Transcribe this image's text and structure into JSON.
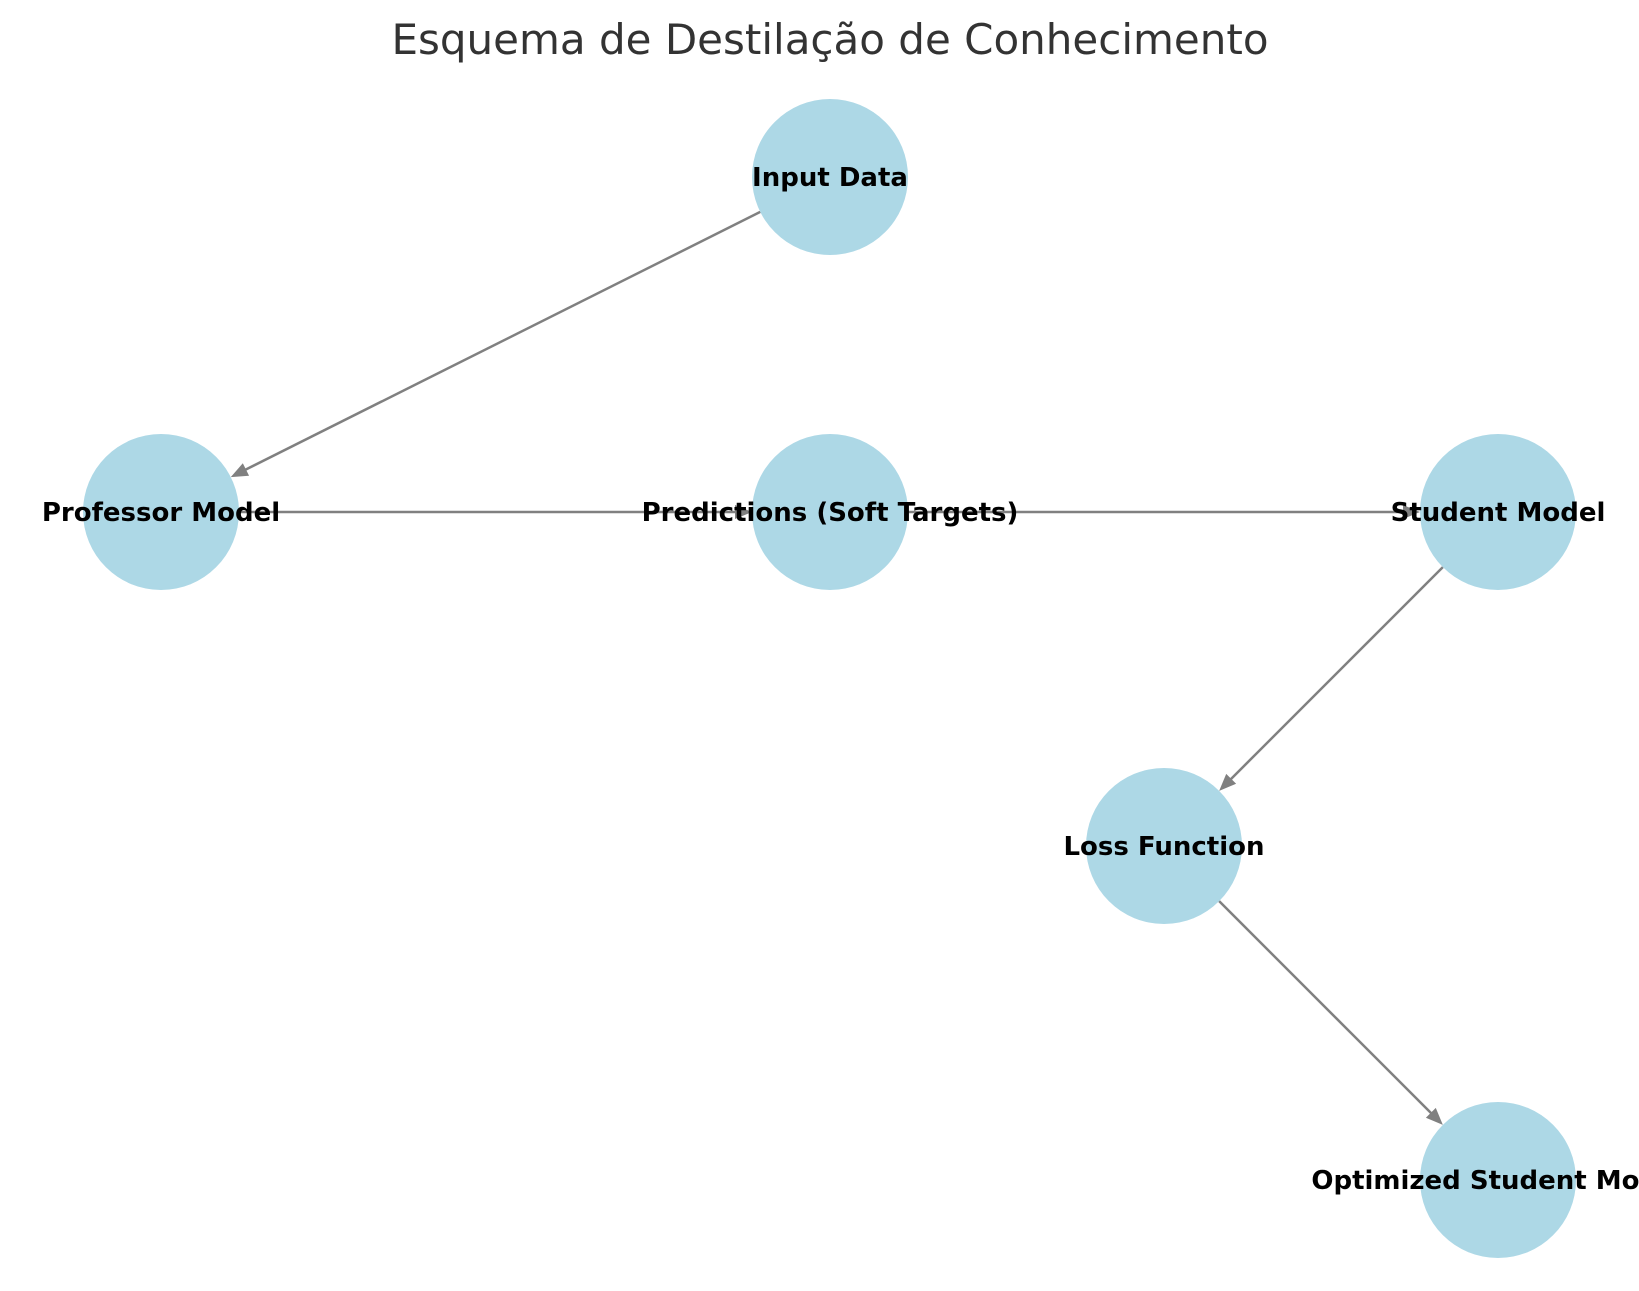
{
  "diagram": {
    "title": "Esquema de Destilação de Conhecimento",
    "node_color": "#add8e6",
    "edge_color": "#808080",
    "nodes": [
      {
        "id": "input",
        "label": "Input Data"
      },
      {
        "id": "professor",
        "label": "Professor Model"
      },
      {
        "id": "predictions",
        "label": "Predictions (Soft Targets)"
      },
      {
        "id": "student",
        "label": "Student Model"
      },
      {
        "id": "loss",
        "label": "Loss Function"
      },
      {
        "id": "optimized",
        "label": "Optimized Student Model"
      }
    ],
    "edges": [
      {
        "from": "input",
        "to": "professor"
      },
      {
        "from": "professor",
        "to": "predictions"
      },
      {
        "from": "predictions",
        "to": "student"
      },
      {
        "from": "student",
        "to": "loss"
      },
      {
        "from": "loss",
        "to": "optimized"
      }
    ]
  }
}
